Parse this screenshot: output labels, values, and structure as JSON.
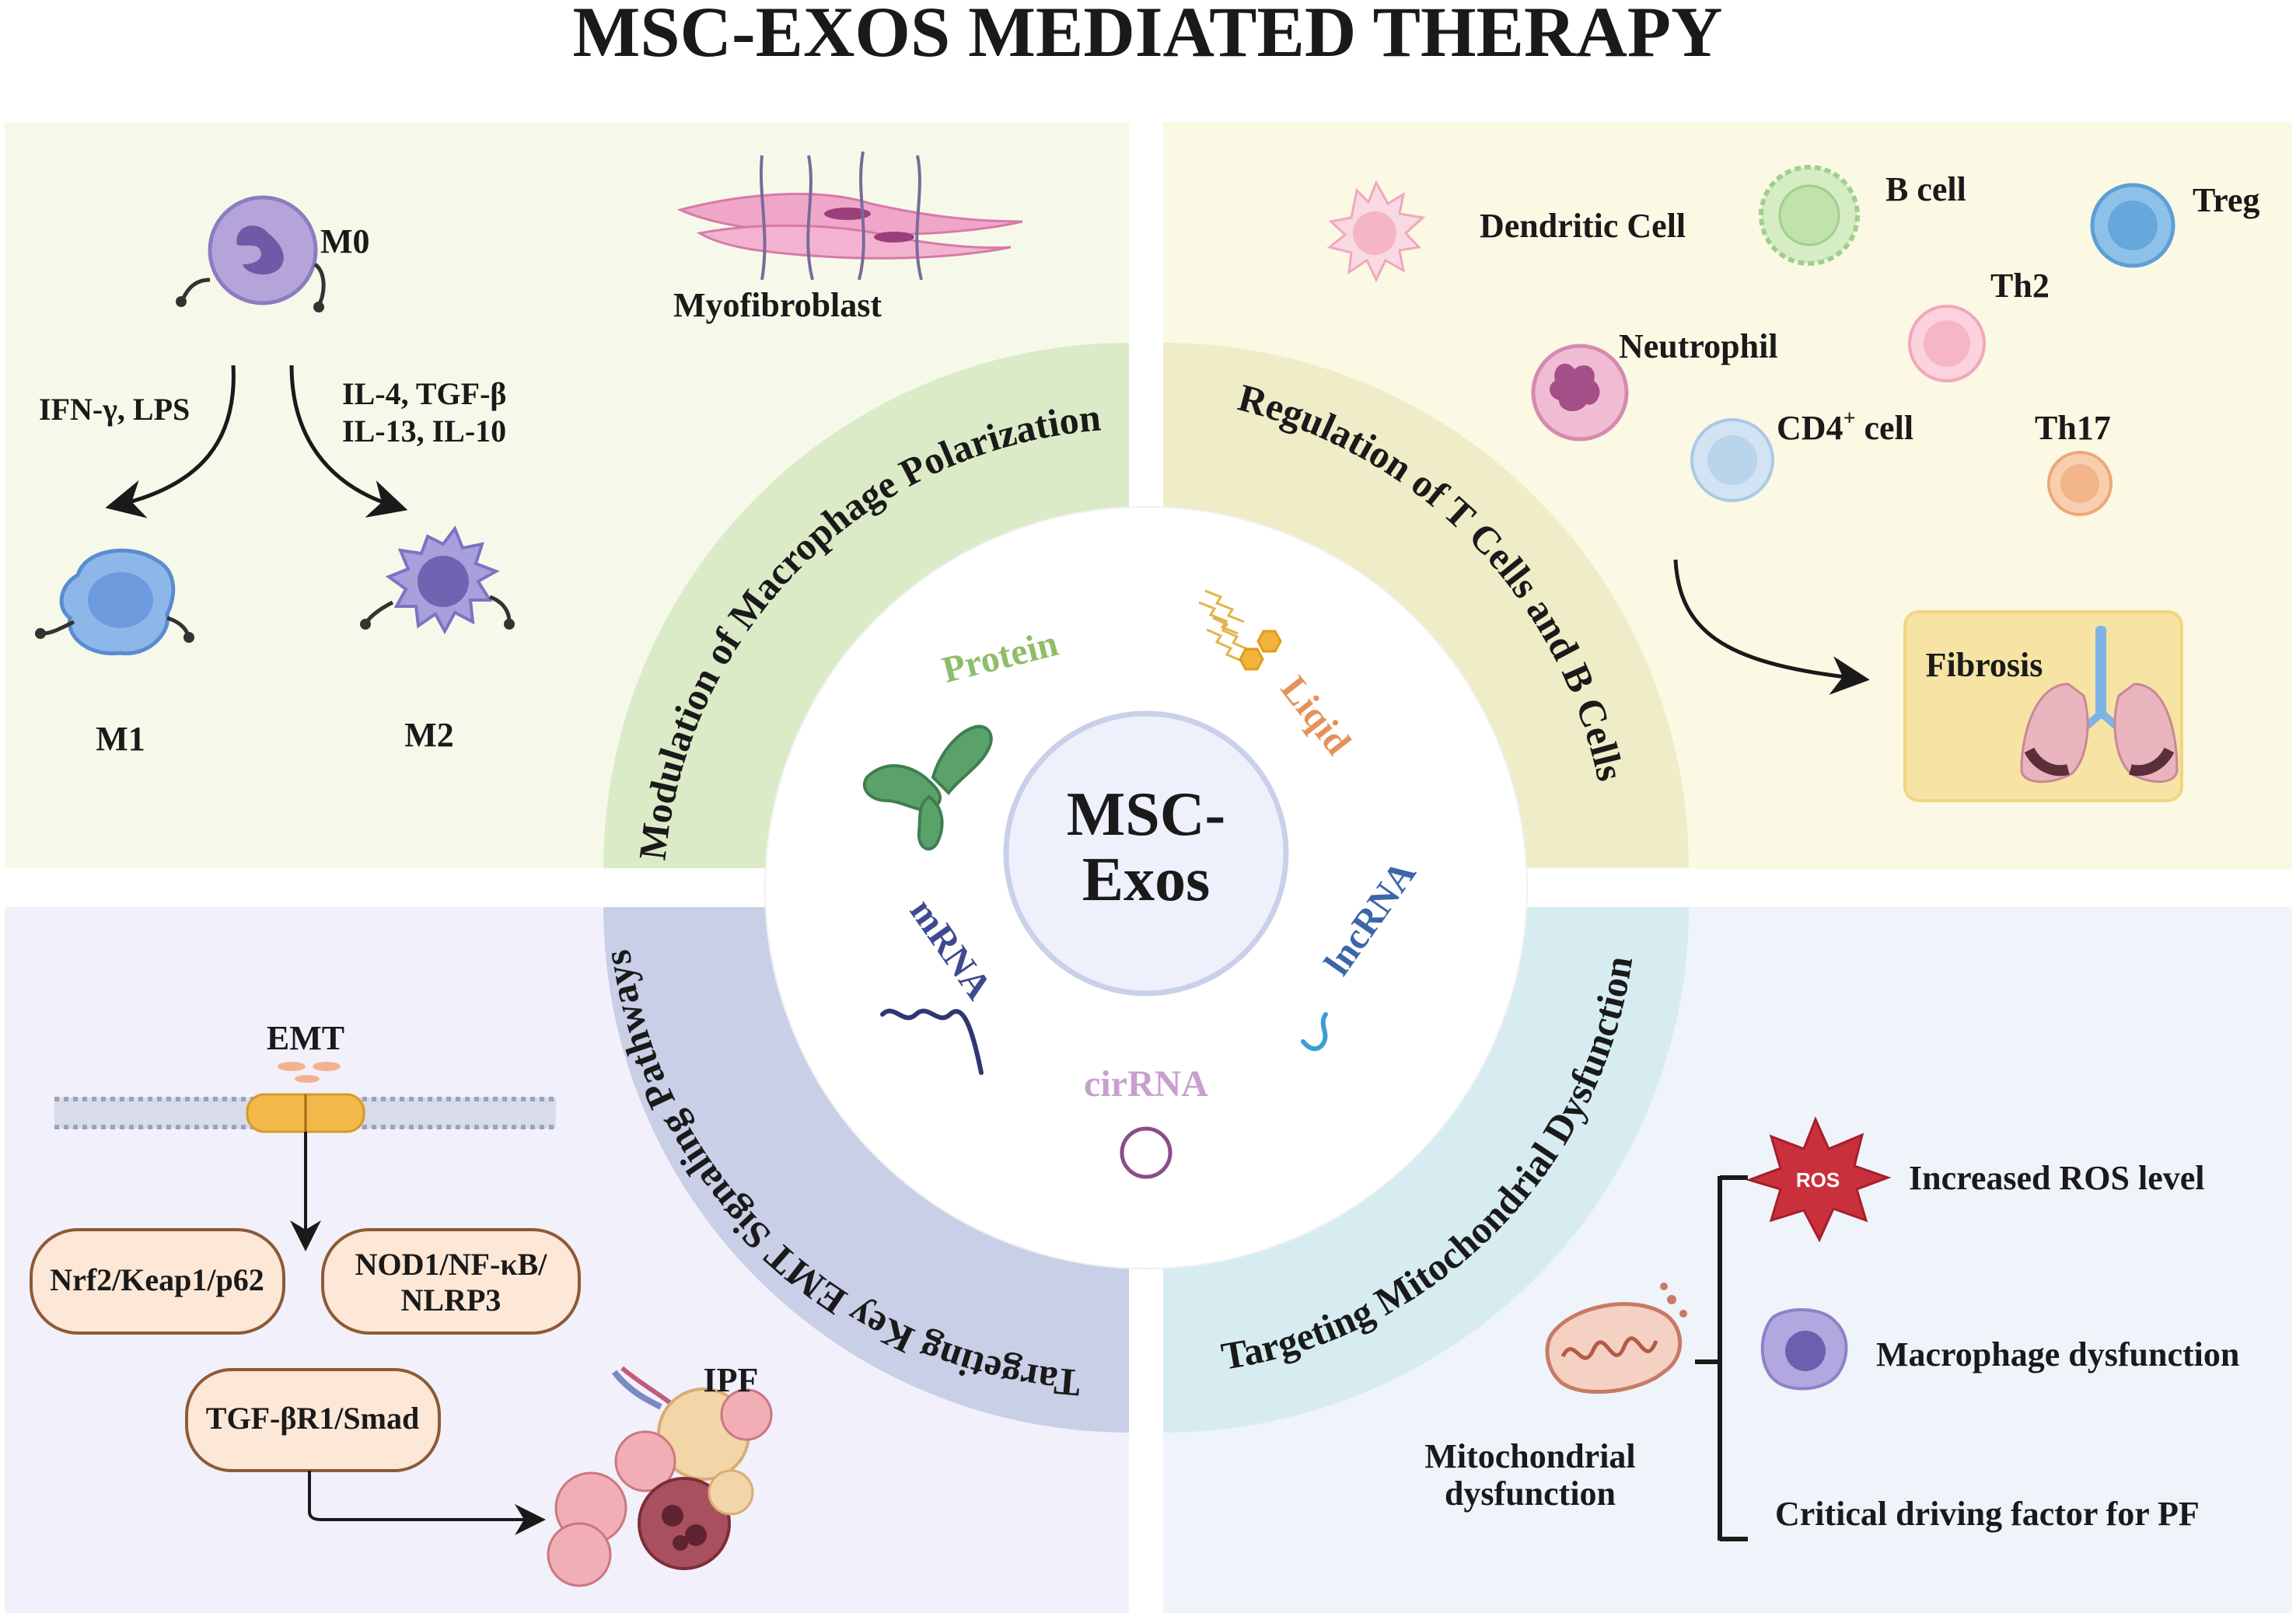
{
  "title": "MSC-EXOS MEDIATED THERAPY",
  "center": {
    "line1": "MSC-",
    "line2": "Exos"
  },
  "arcs": {
    "tl": "Modulation of Macrophage Polarization",
    "tr": "Regulation of T Cells and B Cells",
    "bl": "Targeting Key EMT Signaling Pathways",
    "br": "Targeting Mitochondrial Dysfunction"
  },
  "cargo": {
    "protein": "Protein",
    "liqid": "Liqid",
    "mrna": "mRNA",
    "lncrna": "lncRNA",
    "cirrna": "cirRNA"
  },
  "tl": {
    "m0": "M0",
    "m1": "M1",
    "m2": "M2",
    "left_stim": "IFN-γ, LPS",
    "right_stim_1": "IL-4, TGF-β",
    "right_stim_2": "IL-13,  IL-10",
    "myofibroblast": "Myofibroblast"
  },
  "tr": {
    "dendritic": "Dendritic Cell",
    "bcell": "B cell",
    "treg": "Treg",
    "th2": "Th2",
    "neutrophil": "Neutrophil",
    "cd4": "CD4",
    "cd4_sup": "+",
    "cd4_suffix": " cell",
    "th17": "Th17",
    "fibrosis": "Fibrosis"
  },
  "bl": {
    "emt": "EMT",
    "nrf2": "Nrf2/Keap1/p62",
    "nod1_1": "NOD1/NF-κB/",
    "nod1_2": "NLRP3",
    "tgf": "TGF-βR1/Smad",
    "ipf": "IPF"
  },
  "br": {
    "ros_badge": "ROS",
    "ros": "Increased ROS  level",
    "macro": "Macrophage dysfunction",
    "critical": "Critical driving factor for PF",
    "mito_1": "Mitochondrial",
    "mito_2": "dysfunction"
  },
  "colors": {
    "tl_panel": "#f6f9ea",
    "tr_panel": "#fbf8e4",
    "bl_panel": "#f2f0fa",
    "br_panel": "#eef4f9",
    "tl_ring": "#dcebc7",
    "tr_ring": "#efedc8",
    "bl_ring": "#c9cfe6",
    "br_ring": "#d6ecf1",
    "protein": "#8fbd6a",
    "liqid": "#e3925a",
    "mrna": "#3d4a8f",
    "lncrna": "#3b66a8",
    "cirrna": "#c89fcf"
  }
}
